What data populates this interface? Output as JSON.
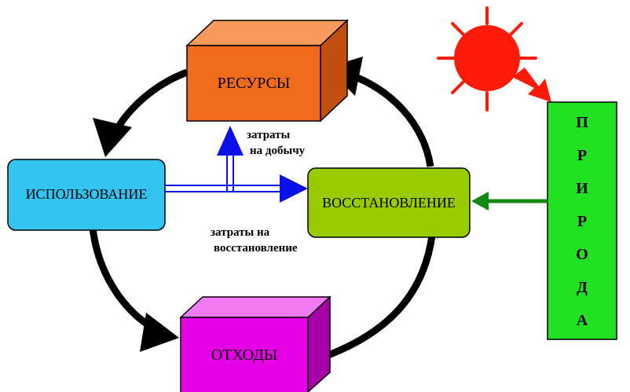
{
  "diagram": {
    "resources": "РЕСУРСЫ",
    "usage": "ИСПОЛЬЗОВАНИЕ",
    "restoration": "ВОССТАНОВЛЕНИЕ",
    "waste": "ОТХОДЫ",
    "nature_letters": [
      "П",
      "Р",
      "И",
      "Р",
      "О",
      "Д",
      "А"
    ],
    "extraction_cost_line1": "затраты",
    "extraction_cost_line2": "на добычу",
    "restoration_cost_line1": "затраты на",
    "restoration_cost_line2": "восстановление"
  },
  "colors": {
    "resources": "#f26b1d",
    "usage": "#33c3f0",
    "restoration": "#99cc00",
    "waste": "#e600e6",
    "nature": "#22e022",
    "sun": "#ff1a0a",
    "blue_arrow": "#0a10e8",
    "green_arrow": "#118811"
  },
  "icons": {
    "sun": "sun-icon"
  }
}
